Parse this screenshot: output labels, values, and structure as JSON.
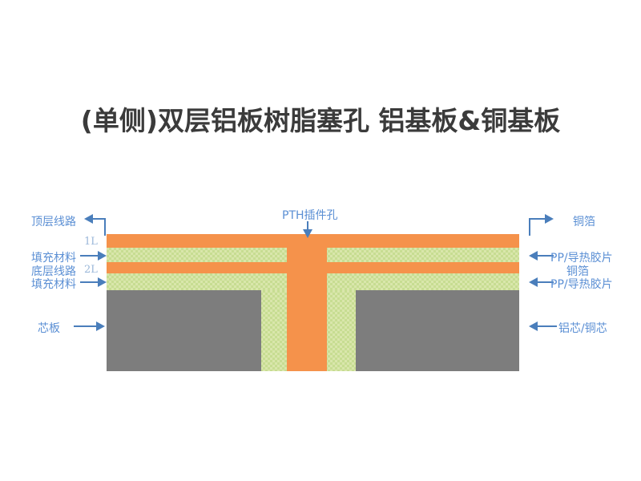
{
  "title": "(单侧)双层铝板树脂塞孔 铝基板&铜基板",
  "colors": {
    "copper": "#f5924b",
    "prepreg": "#d9e6ab",
    "core": "#7d7d7d",
    "label_blue": "#5b8fd4",
    "arrow_blue": "#4a7ebb",
    "tag_gray_blue": "#9bb7d9",
    "title_gray": "#3b3b3b",
    "background": "#ffffff"
  },
  "top_callout": {
    "label": "PTH插件孔",
    "arrow": "arrow-down-icon"
  },
  "left_labels": [
    {
      "label": "顶层线路",
      "arrow": "arrow-left-bent-icon"
    },
    {
      "label": "填充材料",
      "arrow": "arrow-right-icon"
    },
    {
      "label": "底层线路",
      "arrow": "none"
    },
    {
      "label": "填充材料",
      "arrow": "arrow-right-icon"
    },
    {
      "label": "芯板",
      "arrow": "arrow-right-icon"
    }
  ],
  "right_labels": [
    {
      "label": "铜箔",
      "arrow": "arrow-right-bent-icon"
    },
    {
      "label": "PP/导热胶片",
      "arrow": "arrow-left-icon"
    },
    {
      "label": "铜箔",
      "arrow": "none"
    },
    {
      "label": "PP/导热胶片",
      "arrow": "arrow-left-icon"
    },
    {
      "label": "铝芯/铜芯",
      "arrow": "arrow-left-icon"
    }
  ],
  "layer_tags": [
    {
      "tag": "1L"
    },
    {
      "tag": "2L"
    }
  ],
  "stack": {
    "copper_top": "顶层线路 / 铜箔",
    "prepreg_1": "填充材料 / PP导热胶片",
    "copper_inner": "底层线路 / 铜箔",
    "prepreg_2": "填充材料 / PP导热胶片",
    "core": "芯板 / 铝芯铜芯",
    "pth": "PTH插件孔"
  }
}
